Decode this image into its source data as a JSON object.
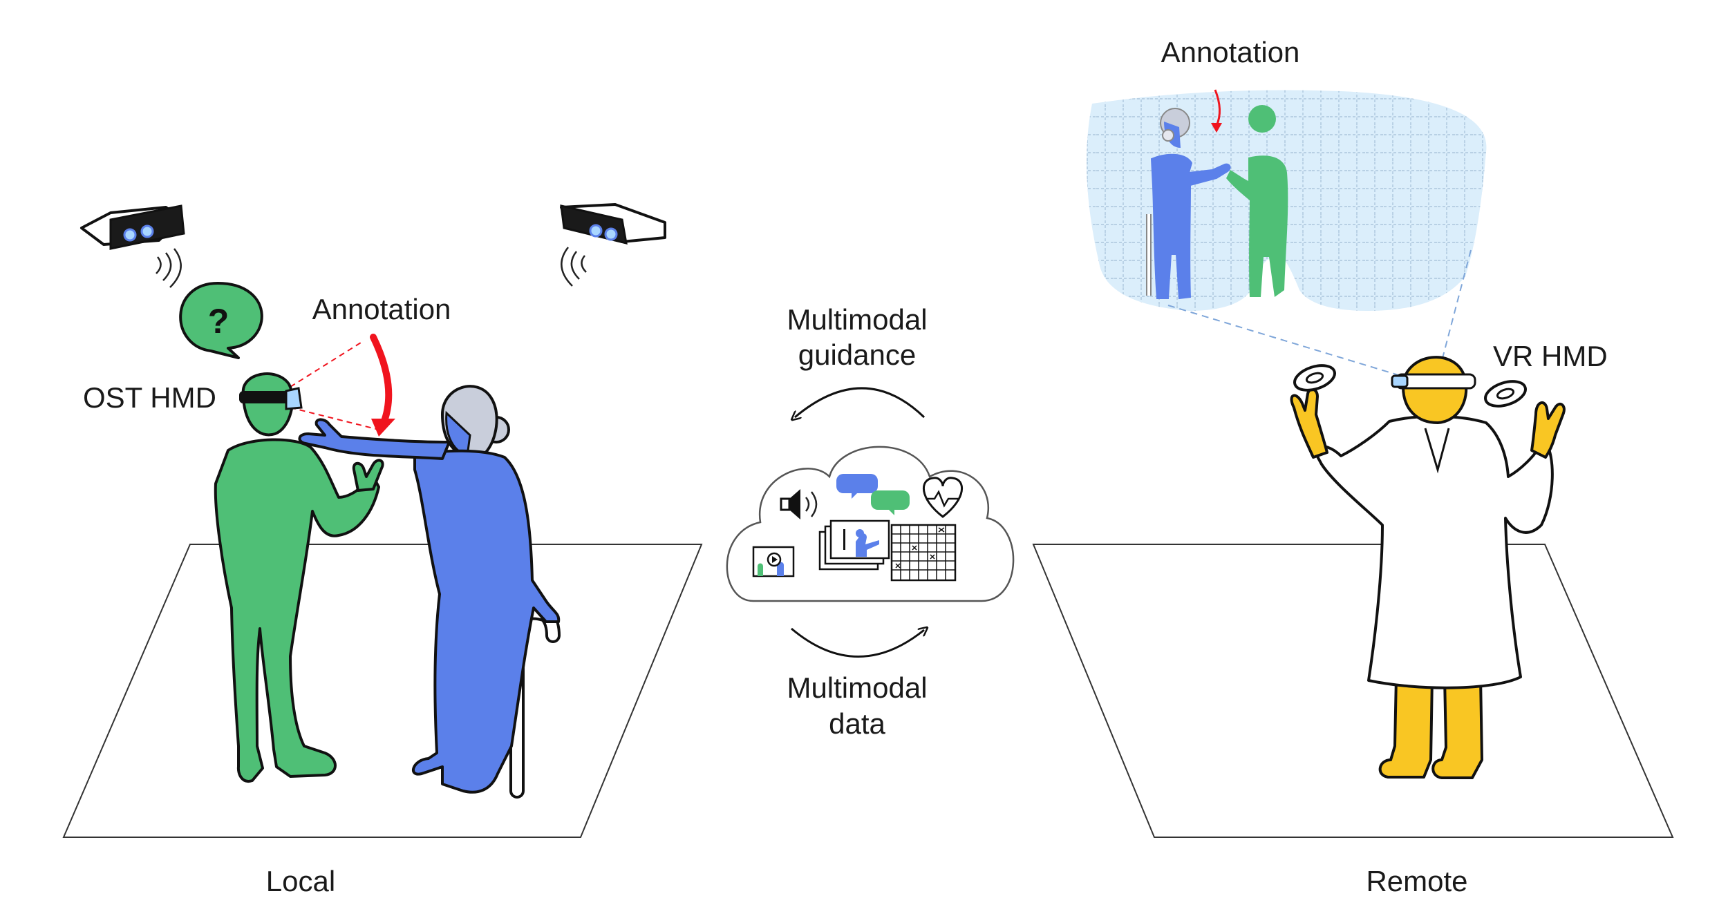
{
  "labels": {
    "local": "Local",
    "remote": "Remote",
    "ost_hmd": "OST HMD",
    "vr_hmd": "VR HMD",
    "annotation_local": "Annotation",
    "annotation_remote": "Annotation",
    "guidance_line1": "Multimodal",
    "guidance_line2": "guidance",
    "data_line1": "Multimodal",
    "data_line2": "data",
    "question_mark": "?"
  },
  "colors": {
    "green": "#4fbf76",
    "blue": "#5b80ea",
    "yellow": "#f9c623",
    "annotation_red": "#f0141e",
    "vr_view_bg": "#dbeefb",
    "hair_gray": "#c9cedb"
  }
}
